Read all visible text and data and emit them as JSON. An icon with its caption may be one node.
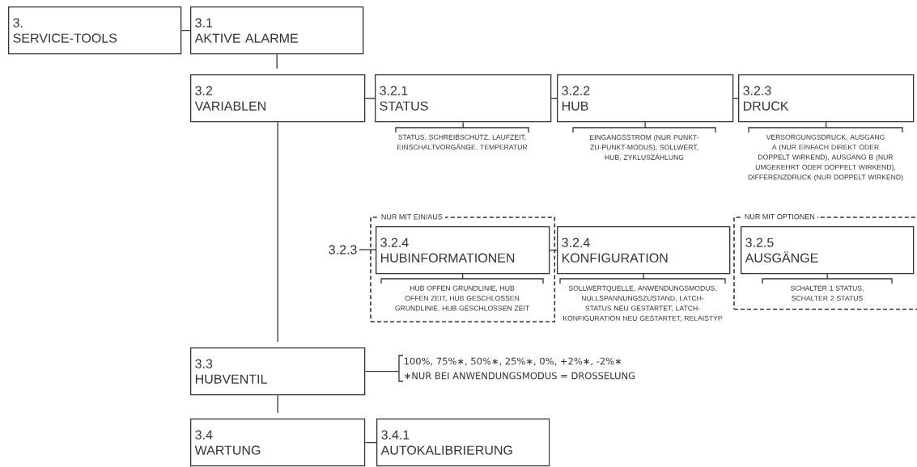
{
  "diagram": {
    "nodes": [
      {
        "text": [
          "3.",
          "SERVICE-TOOLS"
        ]
      },
      {
        "text": [
          "3.1",
          "AKTIVE ALARME"
        ]
      },
      {
        "text": [
          "3.2",
          "VARIABLEN"
        ]
      },
      {
        "text": [
          "3.2.1",
          "STATUS"
        ]
      },
      {
        "text": [
          "3.2.2",
          "HUB"
        ]
      },
      {
        "text": [
          "3.2.3",
          "DRUCK"
        ]
      },
      {
        "text": [
          "STATUS, SCHREIBSCHUTZ, LAUFZEIT, EINSCHALTVORGÄNGE, TEMPERATUR"
        ]
      },
      {
        "text": [
          "EINGANGSSTROM (NUR PUNKT-ZU-PUNKT-MODUS), SOLLWERT, HUB, ZYKLUSZÄHLUNG"
        ]
      },
      {
        "text": [
          "VERSORGUNGSDRUCK, AUSGANG A (NUR EINFACH DIREKT ODER DOPPELT WIRKEND), AUSGANG B (NUR UMGEKEHRT ODER DOPPELT WIRKEND), DIFFERENZDRUCK (NUR DOPPELT WIRKEND)"
        ]
      },
      {
        "text": [
          "NUR MIT EIN/AUS"
        ]
      },
      {
        "text": [
          "3.2.3"
        ]
      },
      {
        "text": [
          "3.2.4",
          "HUBINFORMATIONEN"
        ],
        "in": 9
      },
      {
        "text": [
          "3.2.4",
          "KONFIGURATION"
        ]
      },
      {
        "text": [
          "NUR MIT OPTIONEN"
        ]
      },
      {
        "text": [
          "3.2.5",
          "AUSGÄNGE"
        ],
        "in": 13
      },
      {
        "text": [
          "HUB OFFEN GRUNDLINIE, HUB OFFEN ZEIT, HUB GESCHLOSSEN GRUNDLINIE, HUB GESCHLOSSEN ZEIT"
        ],
        "in": 9
      },
      {
        "text": [
          "SOLLWERTQUELLE, ANWENDUNGSMODUS, NULLSPANNUNGSZUSTAND, LATCH-STATUS NEU GESTARTET, LATCH-KONFIGURATION NEU GESTARTET, RELAISTYP"
        ]
      },
      {
        "text": [
          "SCHALTER 1 STATUS, SCHALTER 2 STATUS"
        ],
        "in": 13
      },
      {
        "text": [
          "3.3",
          "HUBVENTIL"
        ]
      },
      {
        "text": [
          "100%, 75%∗, 50%∗, 25%∗, 0%, +2%∗, -2%∗",
          "∗NUR BEI ANWENDUNGSMODUS = DROSSELUNG"
        ]
      },
      {
        "text": [
          "3.4",
          "WARTUNG"
        ]
      },
      {
        "text": [
          "3.4.1",
          "AUTOKALIBRIERUNG"
        ]
      }
    ],
    "edges": [
      {
        "from": 0,
        "to": 1,
        "arrow": "none"
      },
      {
        "from": 1,
        "to": 2,
        "arrow": "none"
      },
      {
        "from": 2,
        "to": 3,
        "arrow": "none"
      },
      {
        "from": 3,
        "to": 4,
        "arrow": "none"
      },
      {
        "from": 4,
        "to": 5,
        "arrow": "none"
      },
      {
        "from": 3,
        "to": 6,
        "arrow": "none"
      },
      {
        "from": 4,
        "to": 7,
        "arrow": "none"
      },
      {
        "from": 5,
        "to": 8,
        "arrow": "none"
      },
      {
        "from": 10,
        "to": 11,
        "arrow": "none"
      },
      {
        "from": 11,
        "to": 12,
        "arrow": "none"
      },
      {
        "from": 11,
        "to": 15,
        "arrow": "none"
      },
      {
        "from": 12,
        "to": 16,
        "arrow": "none"
      },
      {
        "from": 14,
        "to": 17,
        "arrow": "none"
      },
      {
        "from": 2,
        "to": 18,
        "arrow": "none"
      },
      {
        "from": 18,
        "to": 19,
        "arrow": "none"
      },
      {
        "from": 18,
        "to": 20,
        "arrow": "none"
      },
      {
        "from": 20,
        "to": 21,
        "arrow": "none"
      }
    ]
  }
}
